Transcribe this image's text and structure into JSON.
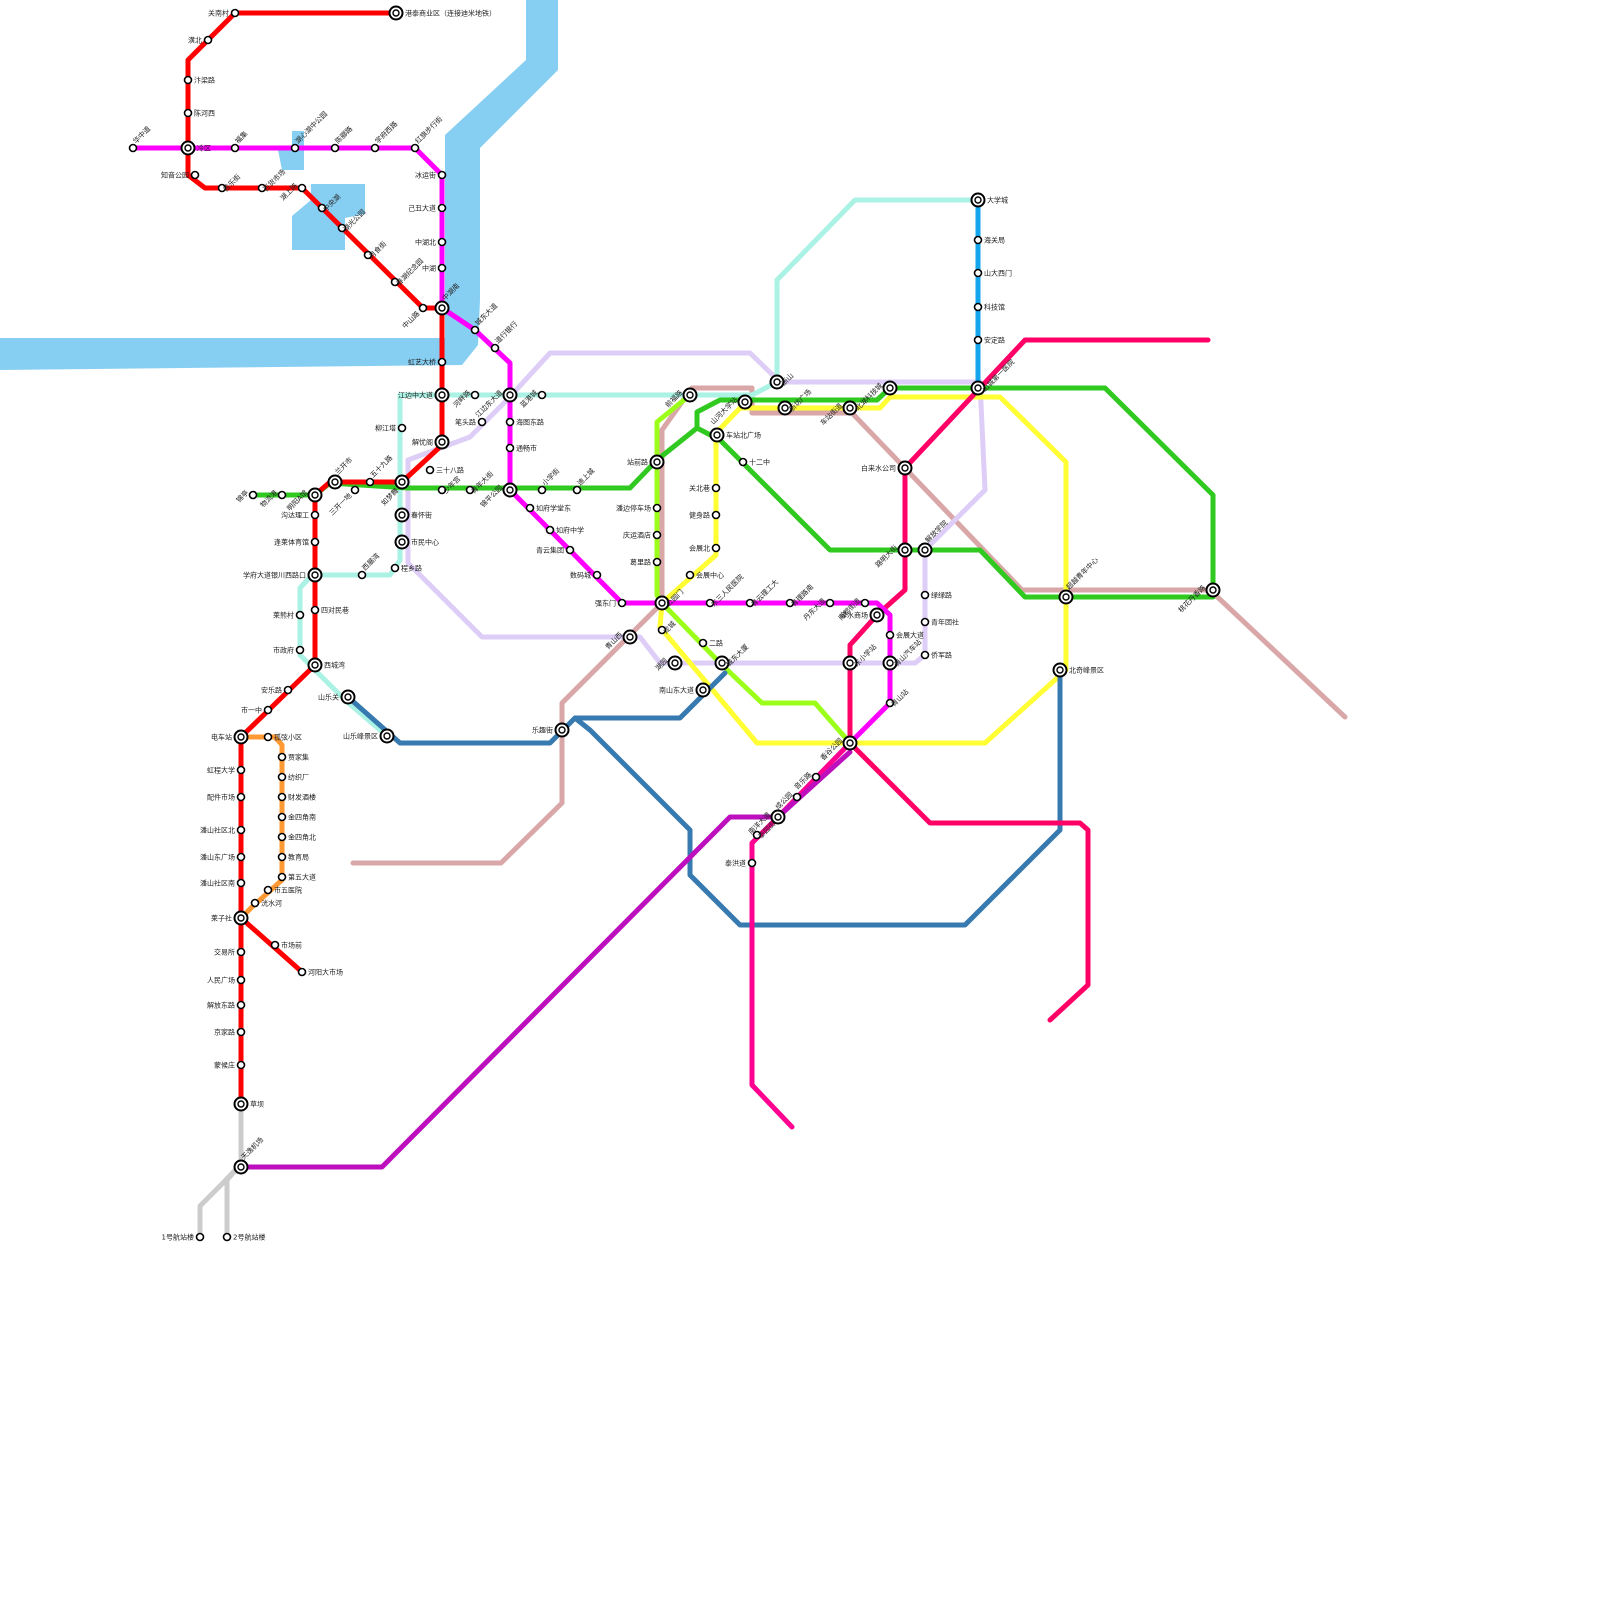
{
  "colors": {
    "water": "#87cff2",
    "line_red": "#ff0000",
    "line_magenta": "#ff00ff",
    "line_green": "#2fc91f",
    "line_lightgreen": "#9cff19",
    "line_yellow": "#ffff33",
    "line_mint": "#aaf2e3",
    "line_lavender": "#ddcdf7",
    "line_blue": "#13a6ec",
    "line_steel": "#377ab0",
    "line_rose": "#ff0066",
    "line_pink": "#ff0090",
    "line_purple": "#be0fbf",
    "line_brownpink": "#d9a7a7",
    "line_orange": "#ff9933",
    "line_grey": "#cccccc"
  },
  "stations": {
    "s001": "关南村",
    "s002": "港泰商业区（连接迪米地铁）",
    "s003": "潢北",
    "s004": "汴梁路",
    "s005": "陈河西",
    "s006": "冷区",
    "s007": "华中道",
    "s008": "福集",
    "s009": "湖心湖中公园",
    "s010": "陈郦路",
    "s011": "学府西路",
    "s012": "红旗步行街",
    "s013": "知音公园",
    "s014": "首乐街",
    "s015": "百货市场",
    "s016": "湖上路",
    "s017": "冰运街",
    "s018": "己丑大道",
    "s019": "中湖北",
    "s020": "中湖",
    "s021": "中央湖",
    "s022": "中湖南",
    "s023": "湖光公园",
    "s024": "月食街",
    "s025": "春湖纪念园",
    "s026": "中山路",
    "s027": "城东大道",
    "s028": "道行银行",
    "s029": "虹艺大桥",
    "s030": "江边中大道",
    "s031": "河畔路",
    "s032": "江边东大道",
    "s033": "蓝港城",
    "s034": "柳江塔",
    "s035": "笔头路",
    "s036": "海图东路",
    "s037": "解忧阁",
    "s038": "通畅市",
    "s039": "三十八路",
    "s040": "锦平公园",
    "s041": "小学街",
    "s042": "迪上城",
    "s043": "青年大街",
    "s044": "少年宫",
    "s045": "如梦舞",
    "s046": "五十九路",
    "s047": "兰开市",
    "s048": "三开一地",
    "s049": "明阳A馆",
    "s050": "物流港",
    "s051": "锦亭",
    "s052": "沟达理工",
    "s053": "春怀街",
    "s054": "市民中心",
    "s055": "逢莱体育馆",
    "s056": "如府学堂东",
    "s057": "如府中学",
    "s058": "青云集团",
    "s059": "学府大道银川西路口",
    "s060": "西展湾",
    "s061": "程乡路",
    "s062": "数码城",
    "s063": "莱熊村",
    "s064": "四对民巷",
    "s065": "市政府",
    "s066": "西城湾",
    "s067": "安乐路",
    "s068": "山乐关",
    "s069": "市一中",
    "s070": "山乐峰景区",
    "s071": "电车站",
    "s072": "孤弦小区",
    "s073": "贾家集",
    "s074": "纺织厂",
    "s075": "虹程大学",
    "s076": "配件市场",
    "s077": "财发酒楼",
    "s078": "金四角南",
    "s079": "金四角北",
    "s080": "潘山社区北",
    "s081": "潘山东广场",
    "s082": "教育局",
    "s083": "潘山社区南",
    "s084": "第五大道",
    "s085": "市五医院",
    "s086": "洸水河",
    "s087": "莱子社",
    "s088": "市场前",
    "s089": "河阳大市场",
    "s090": "交易所",
    "s091": "人民广场",
    "s092": "解放东路",
    "s093": "京家路",
    "s094": "蒙候庄",
    "s095": "草坝",
    "s096": "天逸机场",
    "s097": "1号航站楼",
    "s098": "2号航站楼",
    "s099": "前福路",
    "s100": "山河大学站",
    "s101": "浙山",
    "s102": "新坊广场",
    "s103": "车站北广场",
    "s104": "十二中",
    "s105": "车站街道",
    "s106": "北湖科技城",
    "s107": "大学城",
    "s108": "海关局",
    "s109": "山大西门",
    "s110": "科技馆",
    "s111": "安定路",
    "s112": "山城第一医院",
    "s113": "站前路",
    "s114": "关北巷",
    "s115": "潘边停车场",
    "s116": "健身路",
    "s117": "庆运酒店",
    "s118": "会展北",
    "s119": "葛里路",
    "s120": "会展中心",
    "s121": "白来水公司",
    "s122": "路明大街",
    "s123": "解放学院",
    "s124": "绿绿路",
    "s125": "青年团社",
    "s126": "侨军路",
    "s127": "强东门",
    "s128": "公园门",
    "s129": "东三人民医院",
    "s130": "丹东大道",
    "s131": "南都街道",
    "s132": "青云理工大",
    "s133": "青理路南",
    "s134": "泽水商场",
    "s135": "会展大道",
    "s136": "青山西",
    "s137": "龙城",
    "s138": "二路",
    "s139": "湖园",
    "s140": "城东大厦",
    "s141": "南山东大道",
    "s142": "东小学站",
    "s143": "青山汽车站",
    "s144": "青山站",
    "s145": "乐趣街",
    "s146": "香谷公园",
    "s147": "音乐路",
    "s148": "成公园",
    "s149": "南洋大道",
    "s150": "泰园街",
    "s151": "泰洪道",
    "s152": "超越青年中心",
    "s153": "桃花丹香路",
    "s154": "北奇峰景区"
  }
}
